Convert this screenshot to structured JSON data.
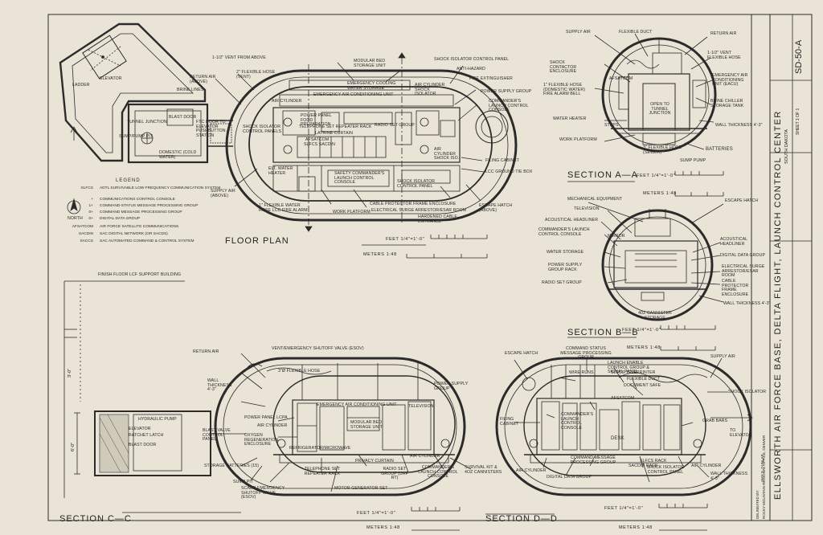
{
  "title_block": {
    "main": "ELLSWORTH AIR FORCE BASE, DELTA FLIGHT, LAUNCH CONTROL CENTER",
    "location": "SOUTH DAKOTA",
    "survey_no": "SD-50-A",
    "sheet": "SHEET 1 OF 1"
  },
  "floor_plan": {
    "title": "FLOOR PLAN",
    "feet_scale": "FEET 1/4\"=1'-0\"",
    "meters_scale": "METERS 1:48",
    "labels": {
      "elevator": "ELEVATOR",
      "ladder": "LADDER",
      "return_air": "RETURN AIR (ABOVE)",
      "brine_lines": "BRINE LINES",
      "tunnel_junction": "TUNNEL JUNCTION",
      "blast_door": "BLAST DOOR",
      "sump_pump_pit": "SUMP/PUMP PIT",
      "domestic_water": "DOMESTIC (COLD WATER)",
      "vent_above": "1-1/2\" VENT FROM ABOVE",
      "flexible_hose": "2\" FLEXIBLE HOSE (VENT)",
      "ftc_door": "FTC DOOR TO ELEVATOR PUSHBUTTON STATION",
      "shock_isolator_panels": "SHOCK ISOLATOR CONTROL PANELS",
      "modular_bed": "MODULAR BED STORAGE UNIT",
      "emergency_cooling": "EMERGENCY COOLING WATER STORAGE",
      "emergency_ac": "EMERGENCY AIR CONDITIONING UNIT",
      "shock_isolator_panel": "SHOCK ISOLATOR CONTROL PANEL",
      "anti_hazard": "ANTI-HAZARD",
      "fire_extinguisher": "FIRE EXTINGUISHER",
      "air_cylinder_shock": "AIR CYLINDER SHOCK ISOLATOR",
      "power_supply_group": "POWER SUPPLY GROUP",
      "commanders_launch": "COMMANDER'S LAUNCH CONTROL CONSOLE",
      "power_panel": "POWER PANEL FOOD PREPARATION",
      "telephone_repeater": "TELEPHONE SET REPEATER RACK",
      "latrine_curtain": "LATRINE CURTAIN",
      "afsatcom": "AFSATCOM",
      "slfcs_sacdin": "SLFCS SACDIN",
      "radio_set_group": "RADIO SET GROUP",
      "air_cylinder": "AIR CYLINDER",
      "air_cylinder_iso": "AIR CYLINDER SHOCK ISO.",
      "filing_cabinet": "FILING CABINET",
      "lcc_ground": "LCC GROUND TIE BOX",
      "elt_water_heater": "ELT. WATER HEATER",
      "safety_commanders": "SAFETY COMMANDER'S LAUNCH CONTROL CONSOLE",
      "shock_iso_panel2": "SHOCK ISOLATOR CONTROL PANEL",
      "supply_air": "SUPPLY AIR (ABOVE)",
      "water_hose": "1\" FLEXIBLE WATER HOSE LCC FIRE ALARM",
      "work_platform": "WORK PLATFORM",
      "cable_protector": "CABLE PROTECTOR FRAME ENCLOSURE",
      "electrical_surge": "ELECTRICAL SURGE ARRESTOR/ESAR ROOM",
      "escape_hatch": "ESCAPE HATCH (ABOVE)",
      "hardened_cable": "HARDENED CABLE ENTRANCE",
      "north": "NORTH",
      "blast_plate": "BLAST DOOR"
    }
  },
  "legend": {
    "heading": "LEGEND",
    "rows": [
      {
        "key": "SLFCS",
        "value": "ADTL SURVIVABLE LOW FREQUENCY COMMUNICATION SYSTEM"
      },
      {
        "key": "+",
        "value": "COMMUNICATIONS CONTROL CONSOLE"
      },
      {
        "key": "1+",
        "value": "COMMAND-STATUS MESSAGE PROCESSING GROUP"
      },
      {
        "key": "0+",
        "value": "COMMAND MESSAGE PROCESSING GROUP"
      },
      {
        "key": "0+",
        "value": "DIGITAL DATA GROUP"
      },
      {
        "key": "AFSATCOM",
        "value": "AIR FORCE SATELLITE COMMUNICATIONS"
      },
      {
        "key": "SACDIN",
        "value": "SAC DIGITAL NETWORK (OR SACDS)"
      },
      {
        "key": "SACCS",
        "value": "SAC AUTOMATED COMMAND & CONTROL SYSTEM"
      }
    ]
  },
  "section_aa": {
    "title": "SECTION A—A",
    "feet_scale": "FEET 1/4\"=1'-0\"",
    "meters_scale": "METERS 1:48",
    "labels": {
      "supply_air": "SUPPLY AIR",
      "flexible_duct": "FLEXIBLE DUCT",
      "return_air": "RETURN AIR",
      "vent_hose": "1-1/2\" VENT FLEXIBLE HOSE",
      "shock_contactor": "SHOCK CONTACTOR ENCLOSURE",
      "afsatcom": "AFSATCOM",
      "emergency_ac": "EMERGENCY AIR CONDITIONING UNIT (EACU)",
      "flexible_hose_domestic": "1\" FLEXIBLE HOSE (DOMESTIC WATER) FIRE ALARM BELL",
      "brine_chiller": "BRINE CHILLER STORAGE TANK",
      "open_tunnel": "OPEN TO TUNNEL JUNCTION",
      "water_heater": "WATER HEATER",
      "steps": "STEPS",
      "wall_thickness": "WALL THICKNESS 4'-3\"",
      "work_platform": "WORK PLATFORM",
      "flexible_hose_sewer": "3\" FLEXIBLE HOSE (SEWER)",
      "batteries": "BATTERIES",
      "sump_pump": "SUMP PUMP"
    }
  },
  "section_bb": {
    "title": "SECTION B—B",
    "feet_scale": "FEET 1/4\"=1'-0\"",
    "meters_scale": "METERS 1:48",
    "labels": {
      "mechanical_equipment": "MECHANICAL EQUIPMENT",
      "escape_hatch": "ESCAPE HATCH",
      "television": "TELEVISION",
      "acoustical_headliner": "ACOUSTICAL HEADLINER",
      "commanders_launch": "COMMANDER'S LAUNCH CONTROL CONSOLE",
      "mirror": "MIRROR",
      "acoustical_headliner_r": "ACOUSTICAL HEADLINER",
      "water_storage": "WATER STORAGE",
      "digital_data": "DIGITAL DATA GROUP",
      "power_supply": "POWER SUPPLY GROUP RACK",
      "electrical_surge": "ELECTRICAL SURGE ARRESTOR/ESAR ROOM",
      "radio_set": "RADIO SET GROUP",
      "cable_protector": "CABLE PROTECTOR FRAME ENCLOSURE",
      "wall_thickness": "WALL THICKNESS 4'-3\"",
      "canister": "40Z CANNISTER STORAGE"
    }
  },
  "section_cc": {
    "title": "SECTION C—C",
    "feet_scale": "FEET 1/4\"=1'-0\"",
    "meters_scale": "METERS 1:48",
    "labels": {
      "finish_floor": "FINISH FLOOR LCF SUPPORT BUILDING",
      "vent_valve": "VENT/EMERGENCY SHUTOFF VALVE (ESOV)",
      "return_air": "RETURN AIR",
      "flexible_hose": "3\"Ø FLEXIBLE HOSE",
      "power_supply": "POWER SUPPLY GROUP",
      "wall_thickness": "WALL THICKNESS 4'-3\"",
      "hydraulic_pump": "HYDRAULIC PUMP",
      "elevator": "ELEVATOR",
      "ratchet_latch": "RATCHET LATCH",
      "blast_door": "BLAST DOOR",
      "blast_valve": "BLAST VALVE CONTROL PANEL",
      "power_panel": "POWER PANEL LCPA",
      "afcylinder": "AIR CYLINDER",
      "oxygen_regen": "OXYGEN REGENERATION ENCLOSURE",
      "emergency_ac": "EMERGENCY AIR CONDITIONING UNIT",
      "modular_bed": "MODULAR BED STORAGE UNIT",
      "television": "TELEVISION",
      "refrigerator": "REFRIGERATOR/MICROWAVE",
      "storage_batteries": "STORAGE BATTERIES (15)",
      "telephone_set": "TELEPHONE SET REPEATER RACK",
      "privacy_curtain": "PRIVACY CURTAIN",
      "radio_set": "RADIO SET GROUP (UHF RT)",
      "air_cylinder": "AIR CYLINDER",
      "commanders_launch": "COMMANDER'S LAUNCH CONTROL CONSOLE",
      "survival_kit": "SURVIVAL KIT & 4OZ CANNISTERS",
      "sump_pit": "SUMP PIT",
      "scaer_valve": "SCAER EMERGENCY SHUTOFF VALVE (ESOV)",
      "motor_generator": "MOTOR GENERATOR SET",
      "dim_height": "3'-0\"",
      "dim_door": "6'-0\""
    }
  },
  "section_dd": {
    "title": "SECTION D—D",
    "feet_scale": "FEET 1/4\"=1'-0\"",
    "meters_scale": "METERS 1:48",
    "labels": {
      "escape_hatch": "ESCAPE HATCH",
      "command_status": "COMMAND STATUS MESSAGE PROCESSING GROUP",
      "wire_runs": "WIRE RUNS",
      "launch_enable": "LAUNCH ENABLE CONTROL GROUP & SIGNAL PANEL",
      "slfcs_teleprinter": "SLFCS TELEPRINTER",
      "flexible_duct": "FLEXIBLE DUCT",
      "document_safe": "DOCUMENT SAFE",
      "supply_air": "SUPPLY AIR",
      "shock_isolator": "SHOCK ISOLATOR",
      "filing_cabinet": "FILING CABINET",
      "commanders_launch": "COMMANDER'S LAUNCH CONTROL CONSOLE",
      "afsatcom": "AFSATCOM",
      "grab_bars": "GRAB BARS",
      "to_elevator": "TO ELEVATOR",
      "desk": "DESK",
      "command_message": "COMMAND MESSAGE PROCESSING GROUP",
      "sacdin_rack": "SACDIN RACK",
      "shock_isolator_panel": "SHOCK ISOLATOR CONTROL PANEL",
      "air_cylinder": "AIR CYLINDER",
      "digital_data": "DIGITAL DATA GROUP",
      "slfcs_rack": "SLFCS RACK",
      "wall_thickness": "WALL THICKNESS 4'-3\"",
      "air_cylinder_r": "AIR CYLINDER"
    }
  },
  "footer": {
    "delineated": "DELINEATED BY:",
    "delineator": "AMY S. DUNLAP",
    "office": "ROCKY MOUNTAIN REGIONAL OFFICE, DENVER"
  }
}
